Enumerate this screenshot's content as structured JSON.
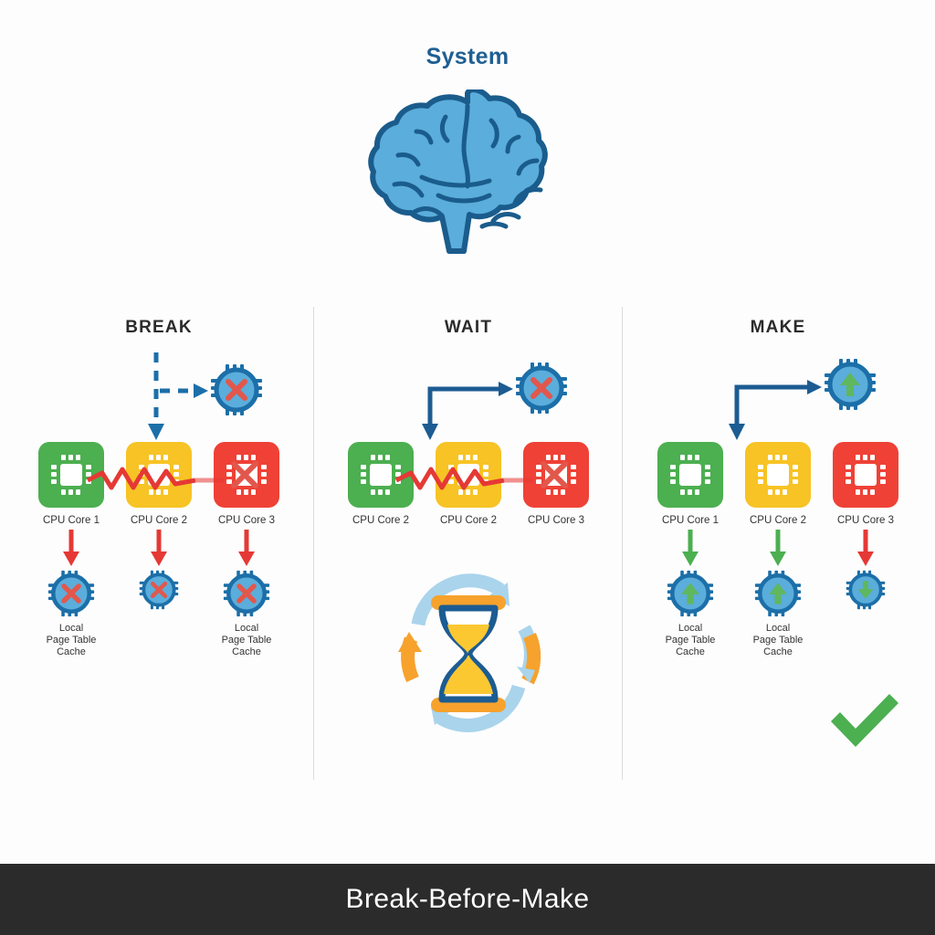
{
  "header": {
    "title": "System",
    "brain_icon": "brain-icon",
    "brain_fill": "#5BADDB",
    "brain_stroke": "#1A5C8C"
  },
  "palette": {
    "green": "#4CAF50",
    "yellow": "#F7C325",
    "red": "#EF4136",
    "blue_dark": "#1F5F93",
    "blue_light": "#5BADDB",
    "arrow_red": "#E53935",
    "arrow_green": "#4CAF50",
    "arrow_blue": "#1C5C92",
    "divider": "#DCDCDC",
    "footer_bg": "#2B2B2B",
    "check_green": "#4CAF50",
    "hourglass_orange": "#F6A22D",
    "hourglass_sand": "#FBC832",
    "hourglass_blue": "#1C5C92",
    "hourglass_arrow_light": "#A9D4EC"
  },
  "columns": [
    {
      "id": "break",
      "header": "BREAK",
      "top_arrow_style": "dashed",
      "top_badge_icon": "chip-error-icon",
      "top_badge_symbol": "x",
      "cores": [
        {
          "label": "CPU Core 1",
          "color": "green",
          "state": "ok"
        },
        {
          "label": "CPU Core 2",
          "color": "yellow",
          "state": "fault"
        },
        {
          "label": "CPU Core 3",
          "color": "red",
          "state": "error"
        }
      ],
      "bolt": true,
      "mid_arrows": [
        {
          "color": "red",
          "dir": "down"
        },
        {
          "color": "red",
          "dir": "down"
        },
        {
          "color": "red",
          "dir": "down"
        }
      ],
      "caches": [
        {
          "symbol": "x",
          "label": "Local\nPage Table\nCache"
        },
        {
          "symbol": "x",
          "label": ""
        },
        {
          "symbol": "x",
          "label": "Local\nPage Table\nCache"
        }
      ],
      "hourglass": false,
      "check": false
    },
    {
      "id": "wait",
      "header": "WAIT",
      "top_arrow_style": "solid",
      "top_badge_icon": "chip-error-icon",
      "top_badge_symbol": "x",
      "cores": [
        {
          "label": "CPU Core 2",
          "color": "green",
          "state": "ok"
        },
        {
          "label": "CPU Core 2",
          "color": "yellow",
          "state": "fault"
        },
        {
          "label": "CPU Core 3",
          "color": "red",
          "state": "error"
        }
      ],
      "bolt": true,
      "mid_arrows": [],
      "caches": [],
      "hourglass": true,
      "check": false
    },
    {
      "id": "make",
      "header": "MAKE",
      "top_arrow_style": "solid",
      "top_badge_icon": "chip-up-icon",
      "top_badge_symbol": "up",
      "cores": [
        {
          "label": "CPU Core 1",
          "color": "green",
          "state": "ok"
        },
        {
          "label": "CPU Core 2",
          "color": "yellow",
          "state": "ok"
        },
        {
          "label": "CPU Core 3",
          "color": "red",
          "state": "ok"
        }
      ],
      "bolt": false,
      "mid_arrows": [
        {
          "color": "green",
          "dir": "down"
        },
        {
          "color": "green",
          "dir": "down"
        },
        {
          "color": "red",
          "dir": "down"
        }
      ],
      "caches": [
        {
          "symbol": "up",
          "label": "Local\nPage Table\nCache"
        },
        {
          "symbol": "up",
          "label": "Local\nPage Table\nCache"
        },
        {
          "symbol": "down",
          "label": ""
        }
      ],
      "hourglass": false,
      "check": true
    }
  ],
  "footer": {
    "caption": "Break-Before-Make"
  }
}
